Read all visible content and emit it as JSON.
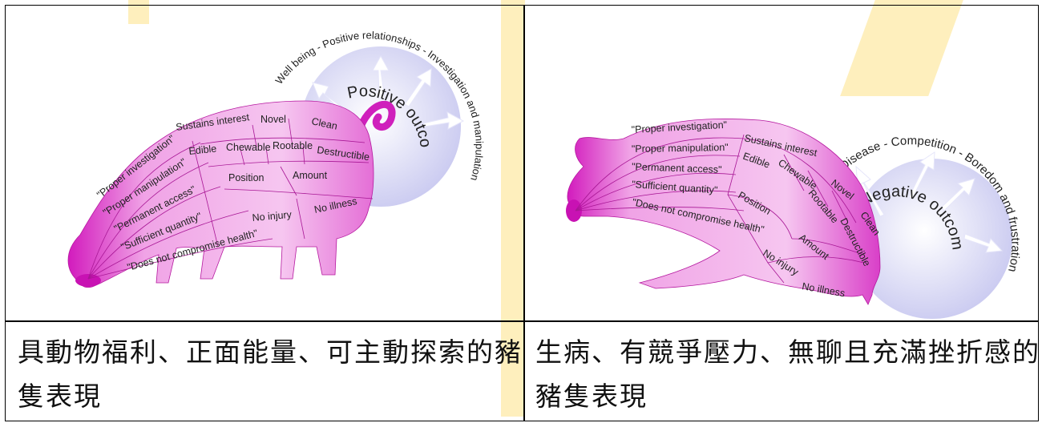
{
  "colors": {
    "pig_fill": "#f3b0ec",
    "pig_dark": "#d82cc5",
    "circle_fill": "#dcdcf6",
    "watermark": "#fde9a7"
  },
  "left": {
    "ring_text": "Well being - Positive relationships - Investigation and manipulation",
    "outcome_label_1": "Positive",
    "outcome_label_2": "outcomes",
    "segments": {
      "proper_investigation": "\"Proper investigation\"",
      "proper_manipulation": "\"Proper manipulation\"",
      "permanent_access": "\"Permanent access\"",
      "sufficient_quantity": "\"Sufficient quantity\"",
      "does_not_compromise": "\"Does not compromise health\"",
      "sustains_interest": "Sustains interest",
      "novel": "Novel",
      "clean": "Clean",
      "edible": "Edible",
      "chewable": "Chewable",
      "rootable": "Rootable",
      "destructible": "Destructible",
      "position": "Position",
      "amount": "Amount",
      "no_injury": "No injury",
      "no_illness": "No illness"
    },
    "caption": "具動物福利、正面能量、可主動探索的豬隻表現"
  },
  "right": {
    "ring_text": "Disease - Competition - Boredom and frustration",
    "outcome_label_1": "Negative",
    "outcome_label_2": "outcomes",
    "segments": {
      "proper_investigation": "\"Proper investigation\"",
      "proper_manipulation": "\"Proper manipulation\"",
      "permanent_access": "\"Permanent access\"",
      "sufficient_quantity": "\"Sufficient quantity\"",
      "does_not_compromise": "\"Does not compromise health\"",
      "sustains_interest": "Sustains interest",
      "novel": "Novel",
      "clean": "Clean",
      "edible": "Edible",
      "chewable": "Chewable",
      "rootable": "Rootable",
      "destructible": "Destructible",
      "position": "Position",
      "amount": "Amount",
      "no_injury": "No injury",
      "no_illness": "No illness"
    },
    "caption": "生病、有競爭壓力、無聊且充滿挫折感的豬隻表現"
  }
}
